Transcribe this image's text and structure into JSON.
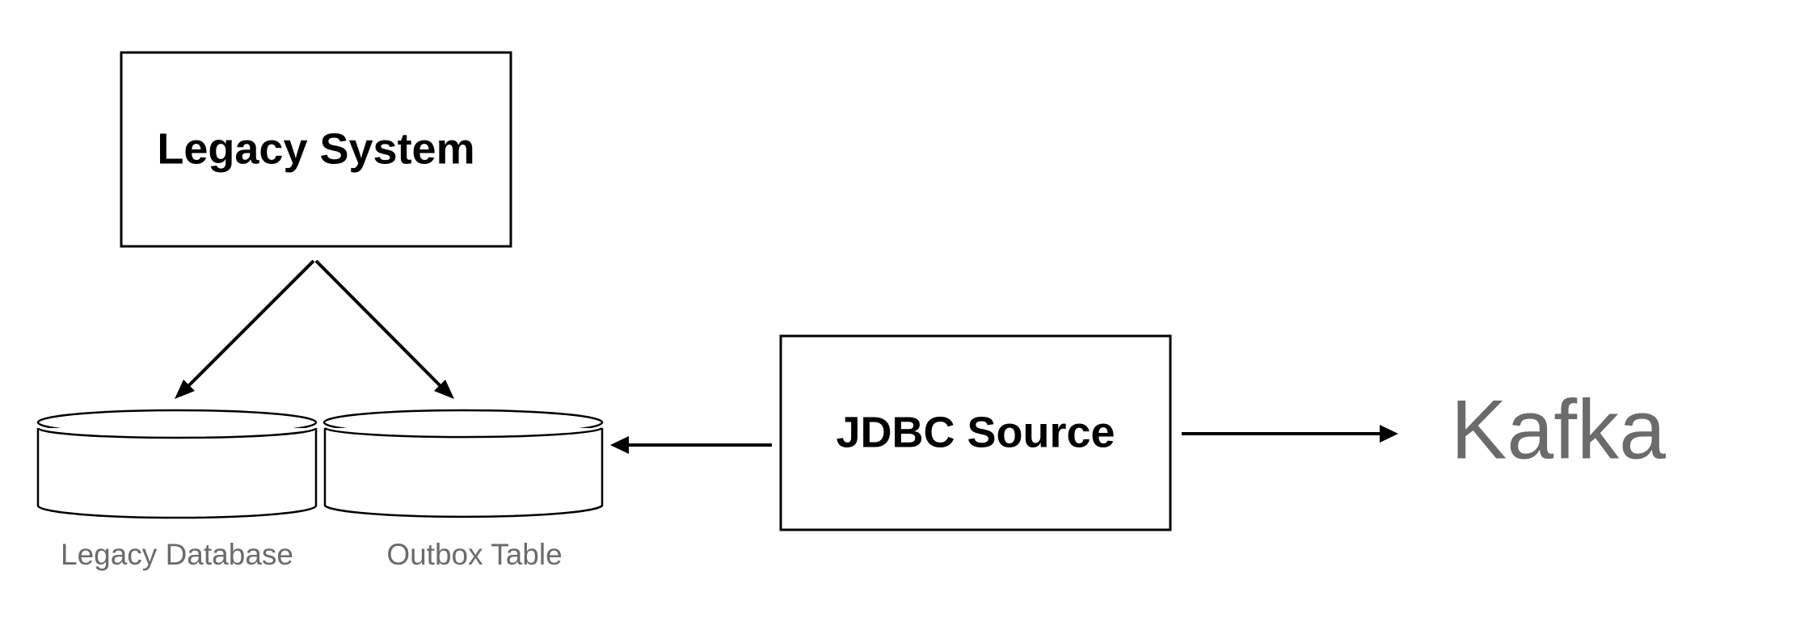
{
  "nodes": {
    "legacy_system": {
      "label": "Legacy System"
    },
    "jdbc_source": {
      "label": "JDBC Source"
    },
    "kafka": {
      "label": "Kafka"
    },
    "legacy_database": {
      "label": "Legacy Database"
    },
    "outbox_table": {
      "label": "Outbox Table"
    }
  },
  "edges": [
    {
      "from": "legacy_system",
      "to": "legacy_database"
    },
    {
      "from": "legacy_system",
      "to": "outbox_table"
    },
    {
      "from": "jdbc_source",
      "to": "outbox_table"
    },
    {
      "from": "jdbc_source",
      "to": "kafka"
    }
  ],
  "colors": {
    "stroke": "#000000",
    "secondary_text": "#6b6b6b",
    "background": "#ffffff"
  }
}
